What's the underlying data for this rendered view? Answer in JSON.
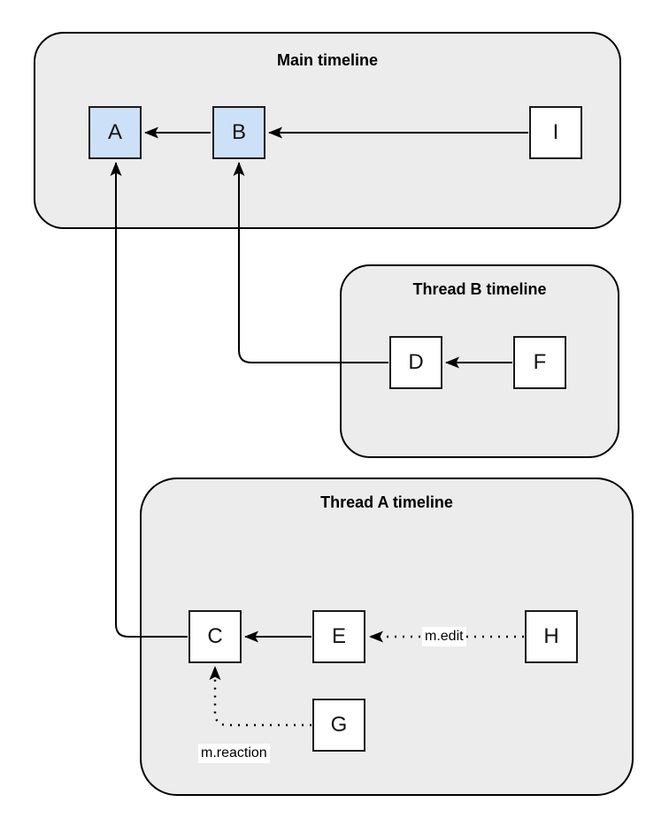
{
  "diagram": {
    "containers": [
      {
        "id": "main",
        "title": "Main timeline"
      },
      {
        "id": "thread-b",
        "title": "Thread B timeline"
      },
      {
        "id": "thread-a",
        "title": "Thread A timeline"
      }
    ],
    "nodes": [
      {
        "id": "A",
        "label": "A",
        "container": "main",
        "fill": "#cce0f7"
      },
      {
        "id": "B",
        "label": "B",
        "container": "main",
        "fill": "#cce0f7"
      },
      {
        "id": "I",
        "label": "I",
        "container": "main",
        "fill": "#ffffff"
      },
      {
        "id": "D",
        "label": "D",
        "container": "thread-b",
        "fill": "#ffffff"
      },
      {
        "id": "F",
        "label": "F",
        "container": "thread-b",
        "fill": "#ffffff"
      },
      {
        "id": "C",
        "label": "C",
        "container": "thread-a",
        "fill": "#ffffff"
      },
      {
        "id": "E",
        "label": "E",
        "container": "thread-a",
        "fill": "#ffffff"
      },
      {
        "id": "H",
        "label": "H",
        "container": "thread-a",
        "fill": "#ffffff"
      },
      {
        "id": "G",
        "label": "G",
        "container": "thread-a",
        "fill": "#ffffff"
      }
    ],
    "edges": [
      {
        "from": "B",
        "to": "A",
        "style": "solid",
        "label": ""
      },
      {
        "from": "I",
        "to": "B",
        "style": "solid",
        "label": ""
      },
      {
        "from": "F",
        "to": "D",
        "style": "solid",
        "label": ""
      },
      {
        "from": "D",
        "to": "B",
        "style": "solid",
        "label": ""
      },
      {
        "from": "E",
        "to": "C",
        "style": "solid",
        "label": ""
      },
      {
        "from": "C",
        "to": "A",
        "style": "solid",
        "label": ""
      },
      {
        "from": "H",
        "to": "E",
        "style": "dotted",
        "label": "m.edit"
      },
      {
        "from": "G",
        "to": "C",
        "style": "dotted",
        "label": "m.reaction"
      }
    ],
    "colors": {
      "container_fill": "#ececec",
      "container_border": "#000000",
      "node_border": "#1a1a1a",
      "highlight_fill": "#cce0f7",
      "edge": "#000000",
      "label_bg": "#ffffff"
    }
  }
}
